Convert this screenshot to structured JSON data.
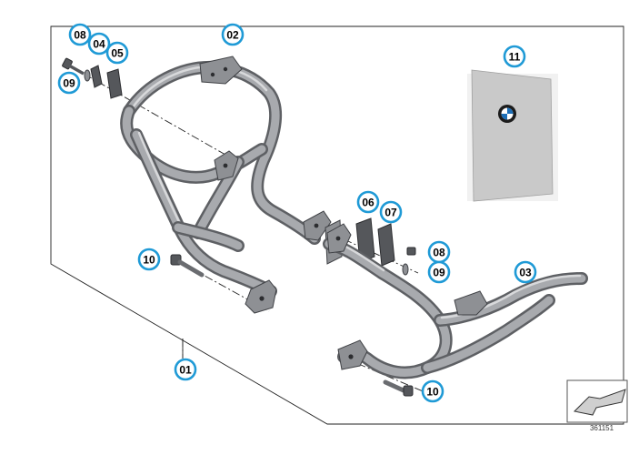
{
  "callouts": [
    {
      "id": "c02",
      "label": "02",
      "part": "crash-bar-left"
    },
    {
      "id": "c08a",
      "label": "08",
      "part": "screw-upper"
    },
    {
      "id": "c04",
      "label": "04",
      "part": "spacer"
    },
    {
      "id": "c05",
      "label": "05",
      "part": "rubber-buffer"
    },
    {
      "id": "c09a",
      "label": "09",
      "part": "washer-upper"
    },
    {
      "id": "c11",
      "label": "11",
      "part": "installation-instructions"
    },
    {
      "id": "c06",
      "label": "06",
      "part": "bracket-plate-a"
    },
    {
      "id": "c07",
      "label": "07",
      "part": "bracket-plate-b"
    },
    {
      "id": "c08b",
      "label": "08",
      "part": "screw-right"
    },
    {
      "id": "c09b",
      "label": "09",
      "part": "washer-right"
    },
    {
      "id": "c03",
      "label": "03",
      "part": "crash-bar-right"
    },
    {
      "id": "c10a",
      "label": "10",
      "part": "bolt-left"
    },
    {
      "id": "c10b",
      "label": "10",
      "part": "bolt-right"
    },
    {
      "id": "c01",
      "label": "01",
      "part": "crash-bar-set"
    }
  ],
  "reference_number": "361151",
  "colors": {
    "callout_ring": "#1f9ad6",
    "tube_metal": "#a8aaae",
    "booklet": "#c9c9c9"
  },
  "icons": {
    "booklet_logo": "bmw-roundel-icon",
    "orientation": "direction-arrow-icon"
  }
}
